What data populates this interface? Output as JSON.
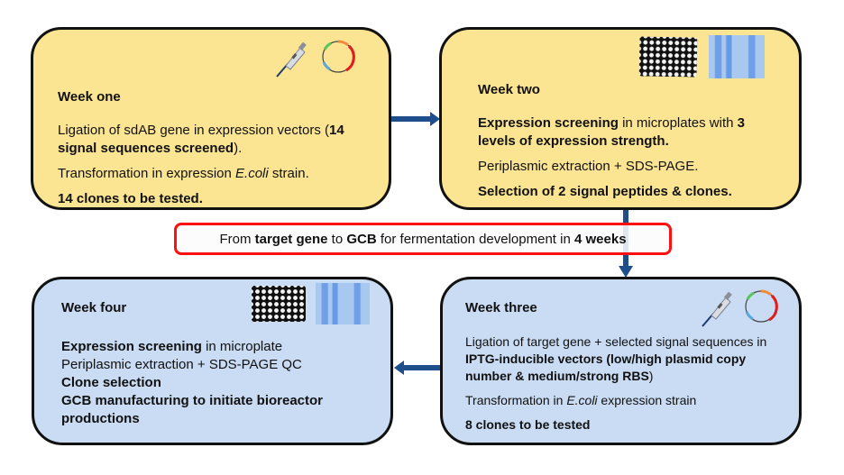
{
  "colors": {
    "week_one_two_fill": "#fce592",
    "week_three_four_fill": "#c9dcf3",
    "border": "#111111",
    "arrow": "#1f4e8c",
    "banner_border": "#ff1010"
  },
  "banner": {
    "p1": "From ",
    "b1": "target gene",
    "p2": " to ",
    "b2": "GCB",
    "p3": " for fermentation development in ",
    "b3": "4 weeks"
  },
  "week_one": {
    "title": "Week one",
    "line1_a": "Ligation of sdAB gene in expression vectors (",
    "line1_b": "14 signal sequences screened",
    "line1_c": ").",
    "line2_a": "Transformation in expression ",
    "line2_i": "E.coli",
    "line2_b": " strain.",
    "line3": "14 clones to be tested.",
    "icons": [
      "pipette-icon",
      "plasmid-icon"
    ]
  },
  "week_two": {
    "title": "Week two",
    "line1_b1": "Expression screening",
    "line1_a": " in microplates with ",
    "line1_b2": "3 levels of expression strength.",
    "line2": "Periplasmic extraction + SDS-PAGE.",
    "line3": "Selection of 2 signal peptides & clones.",
    "icons": [
      "microplate-icon",
      "sds-page-gel-icon"
    ]
  },
  "week_three": {
    "title": "Week three",
    "line1_a": "Ligation of target gene + selected signal sequences in ",
    "line1_b": "IPTG-inducible vectors (low/high plasmid copy number & medium/strong RBS",
    "line1_c": ")",
    "line2_a": "Transformation in ",
    "line2_i": "E.coli",
    "line2_b": " expression strain",
    "line3": "8 clones to be tested",
    "icons": [
      "pipette-icon",
      "plasmid-icon"
    ]
  },
  "week_four": {
    "title": "Week four",
    "line1_b": "Expression screening",
    "line1_a": " in microplate",
    "line2": "Periplasmic extraction + SDS-PAGE QC",
    "line3": "Clone selection",
    "line4": "GCB manufacturing to initiate bioreactor productions",
    "icons": [
      "microplate-icon",
      "sds-page-gel-icon"
    ]
  }
}
